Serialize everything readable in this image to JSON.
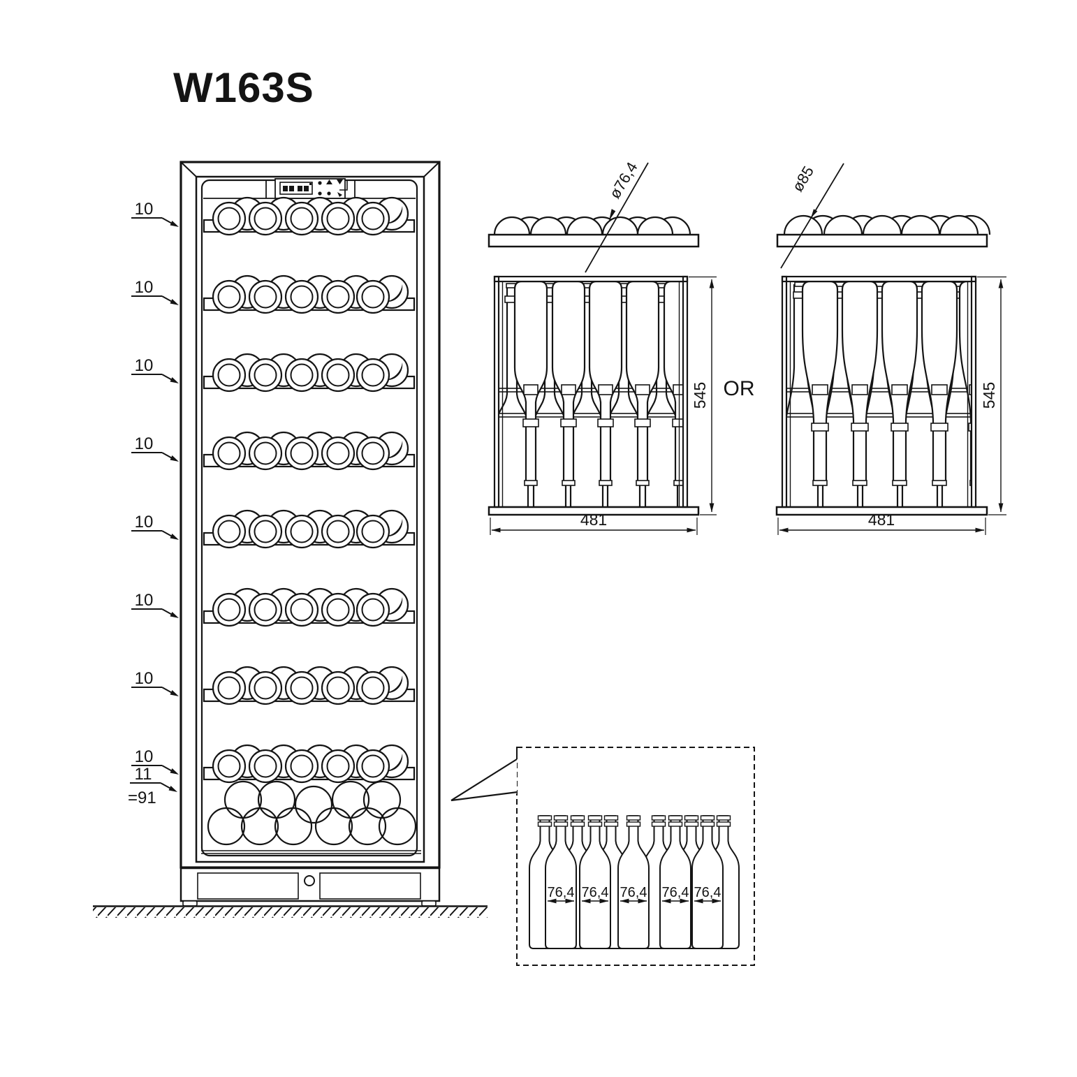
{
  "title": "W163S",
  "front_view": {
    "shelf_labels": [
      "10",
      "10",
      "10",
      "10",
      "10",
      "10",
      "10",
      "10"
    ],
    "bottom_label": "11",
    "total_label": "=91"
  },
  "rack_options": {
    "option_a": {
      "diameter": "ø76,4",
      "width": "481",
      "height": "545"
    },
    "separator": "OR",
    "option_b": {
      "diameter": "ø85",
      "width": "481",
      "height": "545"
    }
  },
  "detail": {
    "spacings": [
      "76,4",
      "76,4",
      "76,4",
      "76,4",
      "76,4"
    ]
  },
  "colors": {
    "ink": "#141414",
    "paper": "#ffffff"
  }
}
